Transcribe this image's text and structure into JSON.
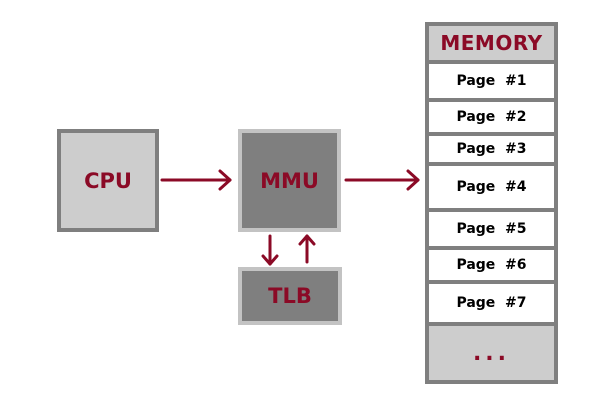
{
  "diagram": {
    "cpu_label": "CPU",
    "mmu_label": "MMU",
    "tlb_label": "TLB",
    "memory": {
      "title": "MEMORY",
      "pages": [
        "Page  #1",
        "Page  #2",
        "Page  #3",
        "Page  #4",
        "Page  #5",
        "Page  #6",
        "Page  #7"
      ],
      "ellipsis": "..."
    }
  },
  "colors": {
    "accent": "#8b0a26",
    "box_dark": "#7f7f7f",
    "box_light": "#cdcdcd",
    "border_light": "#c3c3c3"
  }
}
